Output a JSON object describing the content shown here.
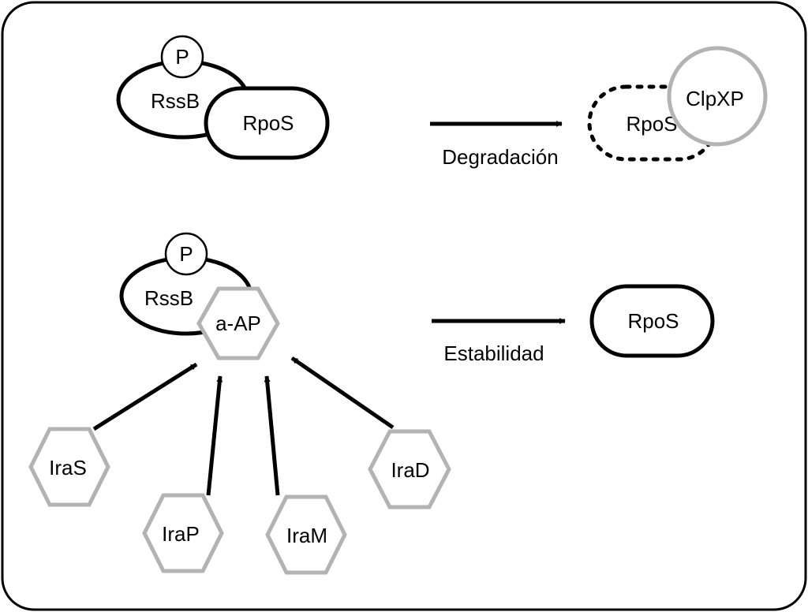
{
  "colors": {
    "stroke": "#000000",
    "gray": "#b3b3b3",
    "fill": "#ffffff"
  },
  "top": {
    "phospho": "P",
    "rssb": "RssB",
    "rpos": "RpoS",
    "arrow_label": "Degradación",
    "rpos_degraded": "RpoS",
    "protease": "ClpXP"
  },
  "bottom": {
    "phospho": "P",
    "rssb": "RssB",
    "anti_adaptor": "a-AP",
    "arrow_label": "Estabilidad",
    "rpos_stable": "RpoS",
    "ira": {
      "iras": "IraS",
      "irap": "IraP",
      "iram": "IraM",
      "irad": "IraD"
    }
  }
}
